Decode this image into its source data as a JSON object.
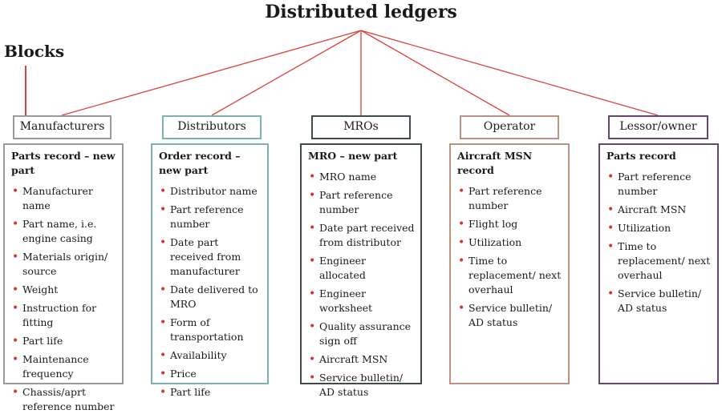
{
  "title": "Distributed ledgers",
  "blocks_label": "Blocks",
  "colors": {
    "connector": "#d9423a",
    "manufacturers": "#9a9a9a",
    "distributors": "#7fb0ac",
    "mros": "#3f4c49",
    "operator": "#b89480",
    "lessor": "#5e4a66"
  },
  "columns": [
    {
      "header": "Manufacturers",
      "record_title": "Parts record – new part",
      "items": [
        "Manufacturer name",
        "Part name, i.e. engine casing",
        "Materials origin/ source",
        "Weight",
        "Instruction for fitting",
        "Part life",
        "Maintenance frequency",
        "Chassis/aprt reference number"
      ]
    },
    {
      "header": "Distributors",
      "record_title": "Order record – new part",
      "items": [
        "Distributor name",
        "Part reference number",
        "Date part received from manufacturer",
        "Date delivered to MRO",
        "Form of transportation",
        "Availability",
        "Price",
        "Part life"
      ]
    },
    {
      "header": "MROs",
      "record_title": "MRO – new part",
      "items": [
        "MRO name",
        "Part reference number",
        "Date part received from distributor",
        "Engineer allocated",
        "Engineer worksheet",
        "Quality assurance sign off",
        "Aircraft MSN",
        "Service bulletin/ AD status"
      ]
    },
    {
      "header": "Operator",
      "record_title": "Aircraft MSN record",
      "items": [
        "Part reference number",
        "Flight log",
        "Utilization",
        "Time to replacement/ next overhaul",
        "Service bulletin/ AD status"
      ]
    },
    {
      "header": "Lessor/owner",
      "record_title": "Parts record",
      "items": [
        "Part reference number",
        "Aircraft MSN",
        "Utilization",
        "Time to replacement/ next overhaul",
        "Service bulletin/ AD status"
      ]
    }
  ]
}
